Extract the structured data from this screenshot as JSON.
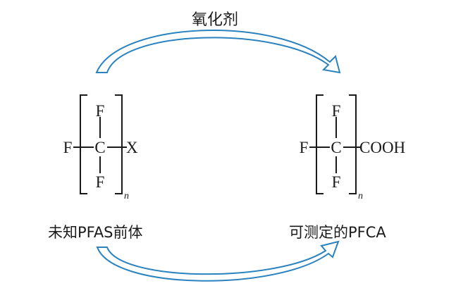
{
  "arrow_label": "氧化剂",
  "colors": {
    "arrow": "#2a82bf",
    "arrow_fill": "#ffffff",
    "ink": "#1a1a1a"
  },
  "left_structure": {
    "top": "F",
    "left": "F",
    "center": "C",
    "right": "X",
    "bottom": "F",
    "subscript": "n"
  },
  "right_structure": {
    "top": "F",
    "left": "F",
    "center": "C",
    "right": "COOH",
    "bottom": "F",
    "subscript": "n"
  },
  "left_caption": "未知PFAS前体",
  "right_caption": "可测定的PFCA"
}
